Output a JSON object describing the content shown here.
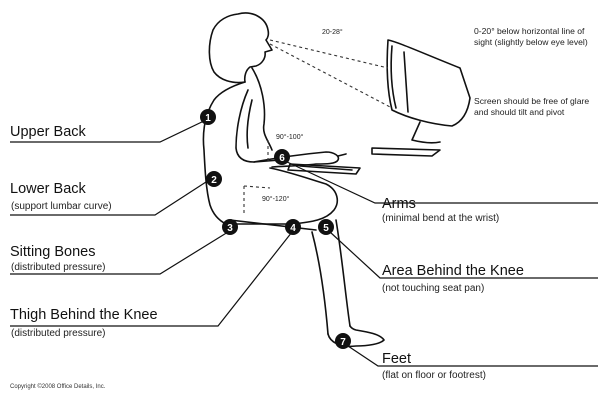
{
  "labels": {
    "upper_back": {
      "title": "Upper Back"
    },
    "lower_back": {
      "title": "Lower Back",
      "desc": "(support lumbar curve)"
    },
    "sitting_bones": {
      "title": "Sitting Bones",
      "desc": "(distributed pressure)"
    },
    "thigh_knee": {
      "title": "Thigh Behind the Knee",
      "desc": "(distributed pressure)"
    },
    "arms": {
      "title": "Arms",
      "desc": "(minimal bend at the wrist)"
    },
    "behind_knee": {
      "title": "Area Behind the Knee",
      "desc": "(not touching seat pan)"
    },
    "feet": {
      "title": "Feet",
      "desc": "(flat on floor or footrest)"
    }
  },
  "notes": {
    "sightline": "0-20° below horizontal line of sight (slightly below eye level)",
    "glare": "Screen should be free of glare and should tilt and pivot"
  },
  "angles": {
    "view": "20-28°",
    "elbow": "90°-100°",
    "hip": "90°-120°"
  },
  "markers": [
    "1",
    "2",
    "3",
    "4",
    "5",
    "6",
    "7"
  ],
  "copyright": "Copyright ©2008 Office Details, Inc."
}
